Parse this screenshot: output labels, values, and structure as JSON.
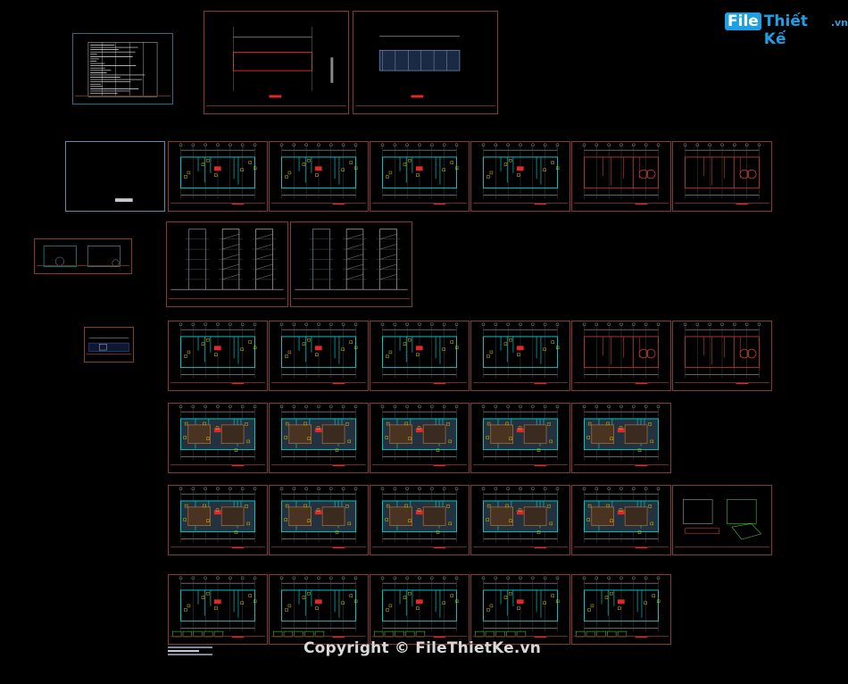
{
  "logo": {
    "part1": "File",
    "part2": "Thiết Kế",
    "part3": ".vn"
  },
  "watermark": "Copyright © FileThietKe.vn",
  "colors": {
    "background": "#000000",
    "sheet_border": "#8a3a34",
    "wall_cyan": "#00c8c8",
    "line_white": "#d0d0d0",
    "red": "#e0282a",
    "brand_blue": "#1ea0e6"
  }
}
